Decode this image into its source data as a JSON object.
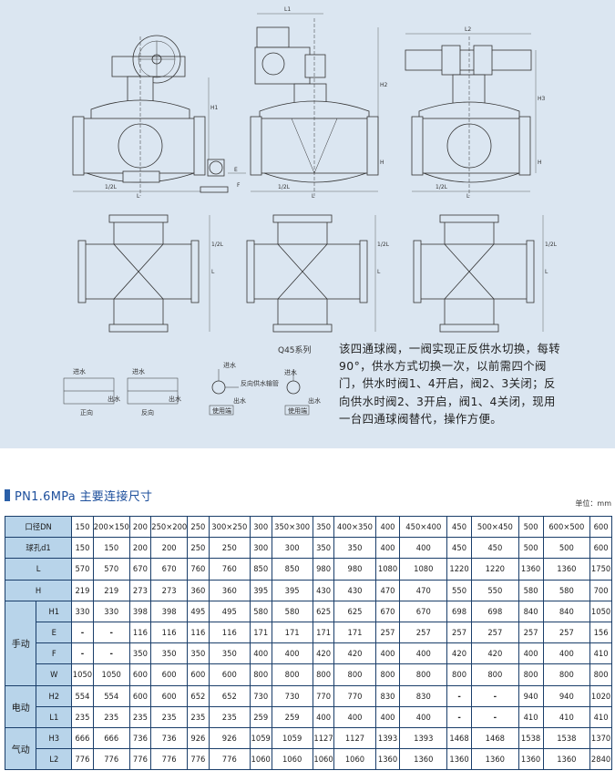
{
  "drawing": {
    "series_label": "Q45系列",
    "description": "该四通球阀，一阀实现正反供水切换，每转90°，供水方式切换一次，以前需四个阀门，供水时阀1、4开启，阀2、3关闭；反向供水时阀2、3开启，阀1、4关闭，现用一台四通球阀替代，操作方便。",
    "dimension_labels": {
      "l1": "L1",
      "l2": "L2",
      "h": "H",
      "h1": "H1",
      "h2": "H2",
      "h3": "H3",
      "half_l": "1/2L",
      "l": "L",
      "e": "E",
      "f": "F"
    },
    "schematic": {
      "inlet": "进水",
      "outlet": "出水",
      "forward": "正向",
      "reverse": "反向",
      "reverse_pipe": "反向供水输管",
      "user": "使用端"
    }
  },
  "section": {
    "title": "PN1.6MPa  主要连接尺寸",
    "unit": "单位：mm"
  },
  "table": {
    "rows": [
      {
        "group": "",
        "label": "口径DN",
        "values": [
          "150",
          "200×150",
          "200",
          "250×200",
          "250",
          "300×250",
          "300",
          "350×300",
          "350",
          "400×350",
          "400",
          "450×400",
          "450",
          "500×450",
          "500",
          "600×500",
          "600"
        ]
      },
      {
        "group": "",
        "label": "球孔d1",
        "values": [
          "150",
          "150",
          "200",
          "200",
          "250",
          "250",
          "300",
          "300",
          "350",
          "350",
          "400",
          "400",
          "450",
          "450",
          "500",
          "500",
          "600"
        ]
      },
      {
        "group": "",
        "label": "L",
        "values": [
          "570",
          "570",
          "670",
          "670",
          "760",
          "760",
          "850",
          "850",
          "980",
          "980",
          "1080",
          "1080",
          "1220",
          "1220",
          "1360",
          "1360",
          "1750"
        ]
      },
      {
        "group": "",
        "label": "H",
        "values": [
          "219",
          "219",
          "273",
          "273",
          "360",
          "360",
          "395",
          "395",
          "430",
          "430",
          "470",
          "470",
          "550",
          "550",
          "580",
          "580",
          "700"
        ]
      },
      {
        "group": "手动",
        "label": "H1",
        "values": [
          "330",
          "330",
          "398",
          "398",
          "495",
          "495",
          "580",
          "580",
          "625",
          "625",
          "670",
          "670",
          "698",
          "698",
          "840",
          "840",
          "1050"
        ]
      },
      {
        "group": "手动",
        "label": "E",
        "values": [
          "-",
          "-",
          "116",
          "116",
          "116",
          "116",
          "171",
          "171",
          "171",
          "171",
          "257",
          "257",
          "257",
          "257",
          "257",
          "257",
          "156"
        ]
      },
      {
        "group": "手动",
        "label": "F",
        "values": [
          "-",
          "-",
          "350",
          "350",
          "350",
          "350",
          "400",
          "400",
          "420",
          "420",
          "400",
          "400",
          "420",
          "420",
          "400",
          "400",
          "410"
        ]
      },
      {
        "group": "手动",
        "label": "W",
        "values": [
          "1050",
          "1050",
          "600",
          "600",
          "600",
          "600",
          "800",
          "800",
          "800",
          "800",
          "800",
          "800",
          "800",
          "800",
          "800",
          "800",
          "800"
        ]
      },
      {
        "group": "电动",
        "label": "H2",
        "values": [
          "554",
          "554",
          "600",
          "600",
          "652",
          "652",
          "730",
          "730",
          "770",
          "770",
          "830",
          "830",
          "-",
          "-",
          "940",
          "940",
          "1020"
        ]
      },
      {
        "group": "电动",
        "label": "L1",
        "values": [
          "235",
          "235",
          "235",
          "235",
          "235",
          "235",
          "259",
          "259",
          "400",
          "400",
          "400",
          "400",
          "-",
          "-",
          "410",
          "410",
          "410"
        ]
      },
      {
        "group": "气动",
        "label": "H3",
        "values": [
          "666",
          "666",
          "736",
          "736",
          "926",
          "926",
          "1059",
          "1059",
          "1127",
          "1127",
          "1393",
          "1393",
          "1468",
          "1468",
          "1538",
          "1538",
          "1370"
        ]
      },
      {
        "group": "气动",
        "label": "L2",
        "values": [
          "776",
          "776",
          "776",
          "776",
          "776",
          "776",
          "1060",
          "1060",
          "1060",
          "1060",
          "1360",
          "1360",
          "1360",
          "1360",
          "1360",
          "1360",
          "2840"
        ]
      }
    ]
  },
  "groups": {
    "manual": "手动",
    "electric": "电动",
    "pneumatic": "气动"
  },
  "colors": {
    "panel_bg": "#dbe6f1",
    "header_cell": "#b8d4ea",
    "title_accent": "#2a5fa8",
    "border": "#1a3e6a"
  }
}
